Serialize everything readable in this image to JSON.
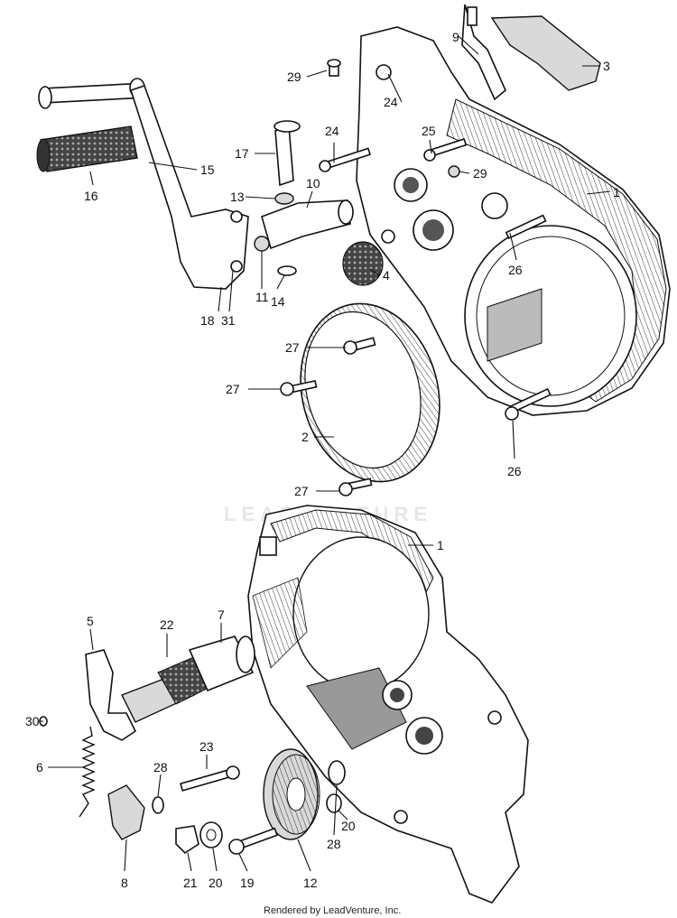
{
  "watermark_text": "LEADVENTURE",
  "footer_text": "Rendered by LeadVenture, Inc.",
  "callouts": {
    "c1a": "1",
    "c1b": "1",
    "c2": "2",
    "c3": "3",
    "c4": "4",
    "c5": "5",
    "c6": "6",
    "c7": "7",
    "c8": "8",
    "c9": "9",
    "c10": "10",
    "c11": "11",
    "c12": "12",
    "c13": "13",
    "c14": "14",
    "c15": "15",
    "c16": "16",
    "c17": "17",
    "c18": "18",
    "c19": "19",
    "c20a": "20",
    "c20b": "20",
    "c21": "21",
    "c22": "22",
    "c23": "23",
    "c24a": "24",
    "c24b": "24",
    "c25": "25",
    "c26a": "26",
    "c26b": "26",
    "c27a": "27",
    "c27b": "27",
    "c27c": "27",
    "c28a": "28",
    "c28b": "28",
    "c29a": "29",
    "c29b": "29",
    "c30": "30",
    "c31": "31"
  }
}
